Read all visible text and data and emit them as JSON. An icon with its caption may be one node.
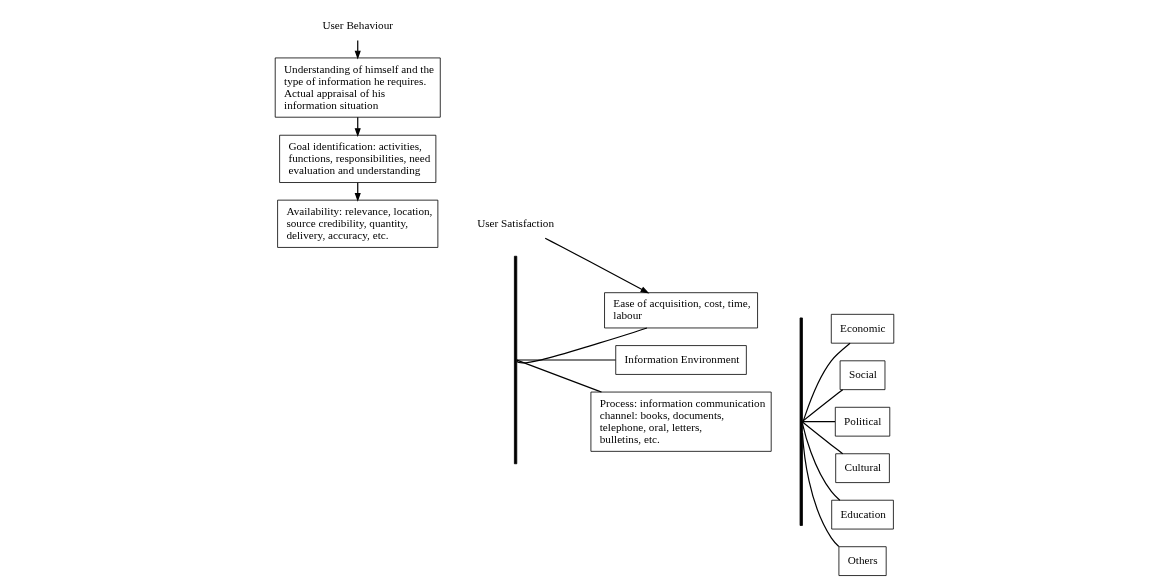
{
  "diagram": {
    "nodes": [
      {
        "text": [
          "User Behaviour"
        ]
      },
      {
        "text": [
          "Understanding of himself and the type of information he requires. Actual appraisal of his information situation"
        ]
      },
      {
        "text": [
          "Goal identification: activities, functions, responsibilities, need evaluation and understanding"
        ]
      },
      {
        "text": [
          "Availability: relevance, location, source credibility, quantity, delivery, accuracy, etc."
        ]
      },
      {
        "text": [
          "User Satisfaction"
        ]
      },
      {
        "text": [],
        "shape": "bar"
      },
      {
        "text": [
          "Ease of acquisition, cost, time, labour"
        ]
      },
      {
        "text": [
          "Information Environment"
        ]
      },
      {
        "text": [
          "Process: information communication channel: books, documents, telephone, oral, letters, bulletins, etc."
        ]
      },
      {
        "text": [],
        "shape": "bar"
      },
      {
        "text": [
          "Economic"
        ]
      },
      {
        "text": [
          "Social"
        ]
      },
      {
        "text": [
          "Political"
        ]
      },
      {
        "text": [
          "Cultural"
        ]
      },
      {
        "text": [
          "Education"
        ]
      },
      {
        "text": [
          "Others"
        ]
      }
    ],
    "edges": [
      {
        "from": 0,
        "to": 1,
        "arrow": "to"
      },
      {
        "from": 1,
        "to": 2,
        "arrow": "to"
      },
      {
        "from": 2,
        "to": 3,
        "arrow": "to"
      },
      {
        "from": 4,
        "to": 6,
        "arrow": "to"
      },
      {
        "from": 5,
        "to": 6,
        "arrow": "none"
      },
      {
        "from": 5,
        "to": 7,
        "arrow": "none"
      },
      {
        "from": 5,
        "to": 8,
        "arrow": "none"
      },
      {
        "from": 9,
        "to": 10,
        "arrow": "none"
      },
      {
        "from": 9,
        "to": 11,
        "arrow": "none"
      },
      {
        "from": 9,
        "to": 12,
        "arrow": "none"
      },
      {
        "from": 9,
        "to": 13,
        "arrow": "none"
      },
      {
        "from": 9,
        "to": 14,
        "arrow": "none"
      },
      {
        "from": 9,
        "to": 15,
        "arrow": "none"
      }
    ]
  }
}
